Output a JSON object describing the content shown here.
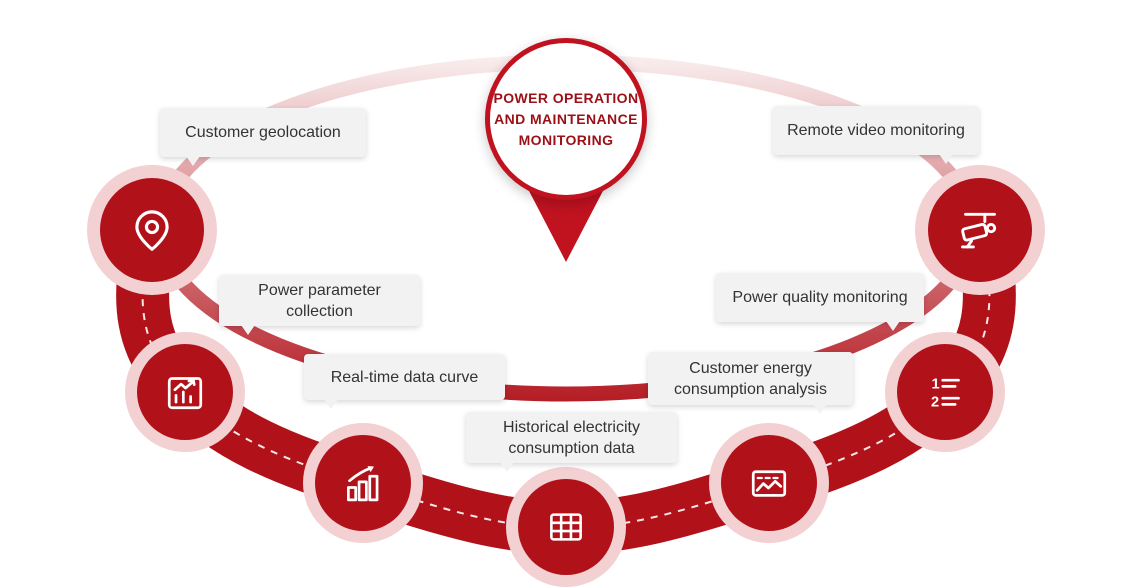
{
  "diagram": {
    "title": "Power operation and maintenance monitoring diagram",
    "center_badge": {
      "lines": [
        "POWER OPERATION",
        "AND MAINTENANCE",
        "MONITORING"
      ]
    },
    "nodes": [
      {
        "label": "Customer geolocation",
        "icon": "location-pin-icon"
      },
      {
        "label": "Power parameter collection",
        "icon": "parameter-chart-icon"
      },
      {
        "label": "Real-time data curve",
        "icon": "growth-chart-icon"
      },
      {
        "label": "Historical electricity consumption data",
        "icon": "data-table-icon"
      },
      {
        "label": "Customer energy consumption analysis",
        "icon": "waveform-icon"
      },
      {
        "label": "Power quality monitoring",
        "icon": "numbered-list-icon"
      },
      {
        "label": "Remote video monitoring",
        "icon": "video-camera-icon"
      }
    ]
  },
  "colors": {
    "primary_red": "#b1121a",
    "accent_red": "#c11220",
    "halo_pink": "#f3d0d2",
    "label_bg": "#f2f2f2",
    "label_text": "#333333",
    "badge_text": "#9b1016"
  }
}
